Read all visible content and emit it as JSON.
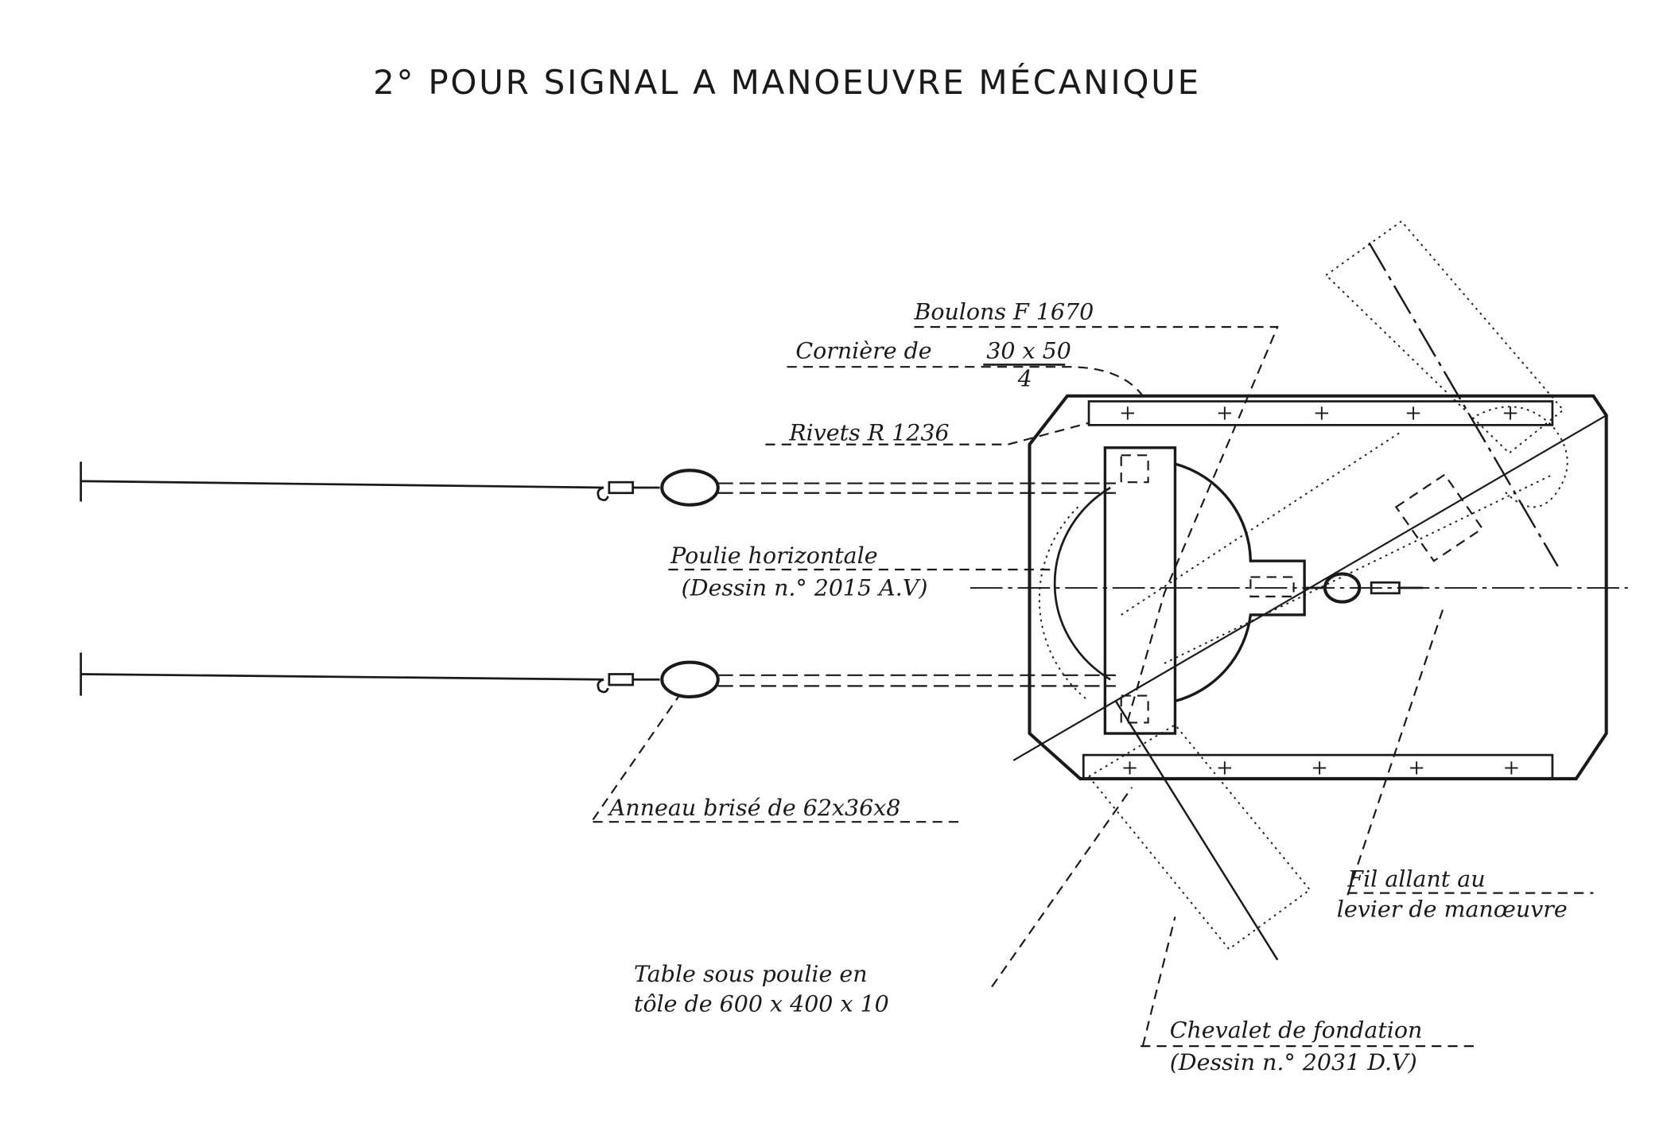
{
  "title": "2° POUR SIGNAL A MANOEUVRE MÉCANIQUE",
  "labels": {
    "boulons": "Boulons  F  1670",
    "corniere": "Cornière  de",
    "corniere_dim": "30 x 50",
    "corniere_thick": "4",
    "rivets": "Rivets  R  1236",
    "poulie": "Poulie  horizontale",
    "poulie_ref": "(Dessin  n.° 2015 A.V)",
    "anneau": "Anneau brisé de 62x36x8",
    "table_1": "Table sous poulie en",
    "table_2": "tôle  de   600 x 400 x 10",
    "fil_1": "Fil allant au",
    "fil_2": "levier de manœuvre",
    "chevalet": "Chevalet de fondation",
    "chevalet_ref": "(Dessin n.° 2031 D.V)"
  }
}
